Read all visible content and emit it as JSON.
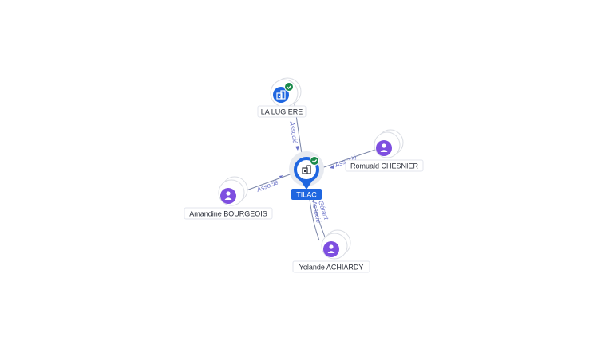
{
  "graph": {
    "center": {
      "label": "TILAC",
      "type": "company",
      "verified": true,
      "icon": "building-icon"
    },
    "nodes": [
      {
        "id": "la-lugiere",
        "label": "LA LUGIERE",
        "type": "company",
        "verified": true,
        "icon": "building-icon"
      },
      {
        "id": "romuald",
        "label": "Romuald CHESNIER",
        "type": "person",
        "icon": "person-icon"
      },
      {
        "id": "amandine",
        "label": "Amandine BOURGEOIS",
        "type": "person",
        "icon": "person-icon"
      },
      {
        "id": "yolande",
        "label": "Yolande ACHIARDY",
        "type": "person",
        "icon": "person-icon"
      }
    ],
    "edges": [
      {
        "from": "la-lugiere",
        "to": "center",
        "label": "Associé"
      },
      {
        "from": "romuald",
        "to": "center",
        "label": "Associé"
      },
      {
        "from": "amandine",
        "to": "center",
        "label": "Associé"
      },
      {
        "from": "yolande",
        "to": "center",
        "label": "Gérant"
      },
      {
        "from": "yolande",
        "to": "center",
        "label": "Associé"
      }
    ]
  },
  "colors": {
    "company": "#1f66e0",
    "person": "#7e4fe0",
    "verified": "#1a8a4b",
    "edge": "#7b86a8",
    "edge_label": "#6a72c8"
  }
}
